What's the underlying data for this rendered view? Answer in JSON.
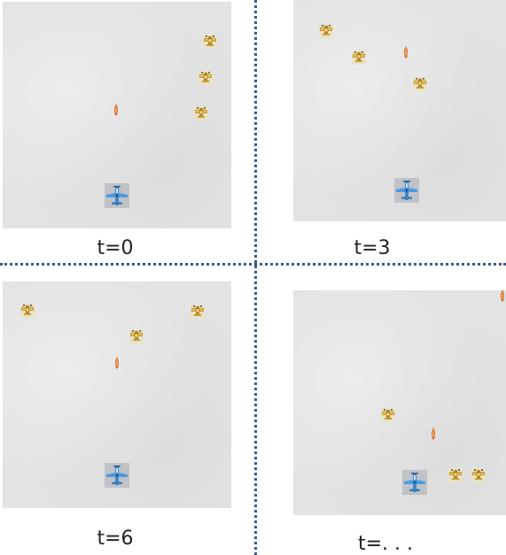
{
  "frames": [
    {
      "caption": "t=0"
    },
    {
      "caption": "t=3"
    },
    {
      "caption": "t=6"
    },
    {
      "caption": "t=. . ."
    }
  ]
}
